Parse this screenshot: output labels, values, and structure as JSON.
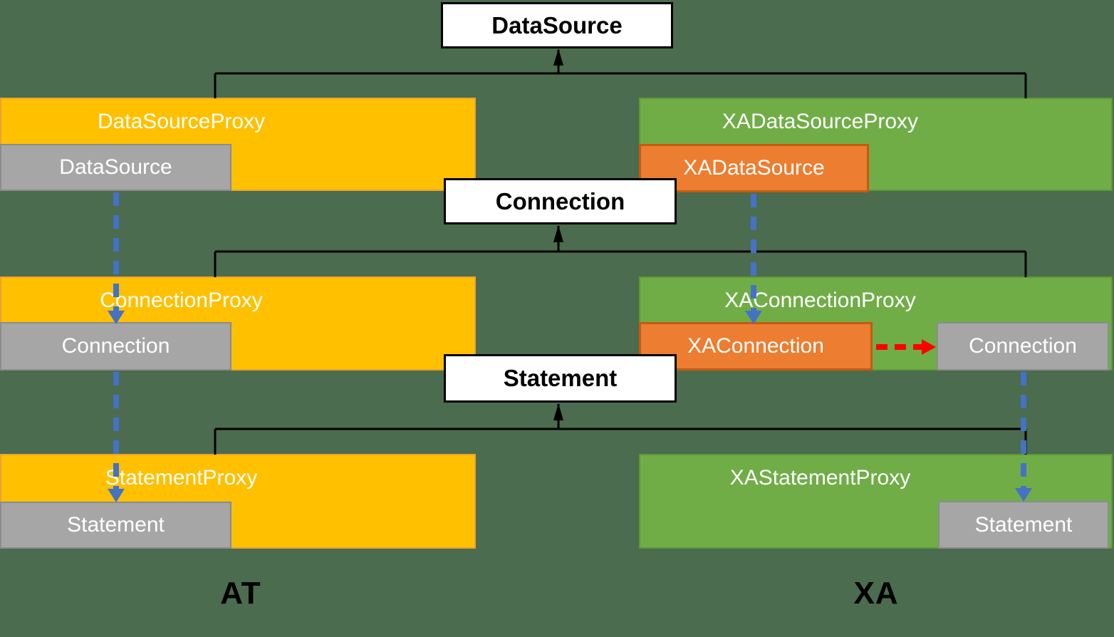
{
  "interfaces": {
    "datasource": "DataSource",
    "connection": "Connection",
    "statement": "Statement"
  },
  "at": {
    "caption": "AT",
    "datasource_proxy": "DataSourceProxy",
    "datasource_inner": "DataSource",
    "connection_proxy": "ConnectionProxy",
    "connection_inner": "Connection",
    "statement_proxy": "StatementProxy",
    "statement_inner": "Statement"
  },
  "xa": {
    "caption": "XA",
    "datasource_proxy": "XADataSourceProxy",
    "datasource_inner": "XADataSource",
    "connection_proxy": "XAConnectionProxy",
    "connection_inner": "XAConnection",
    "connection_native": "Connection",
    "statement_proxy": "XAStatementProxy",
    "statement_native": "Statement"
  },
  "colors": {
    "background": "#4B6C4E",
    "at_box": "#FFC000",
    "at_box_border": "#E8A433",
    "xa_box": "#70AD47",
    "xa_box_border": "#5E9938",
    "xa_inner": "#ED7D31",
    "xa_inner_border": "#C55A11",
    "native_box": "#A6A6A6",
    "native_box_border": "#8C8C8C",
    "interface_box": "#FFFFFF",
    "proxy_link": "#4472C4",
    "native_link": "#FF0000",
    "inherit_line": "#000000"
  }
}
